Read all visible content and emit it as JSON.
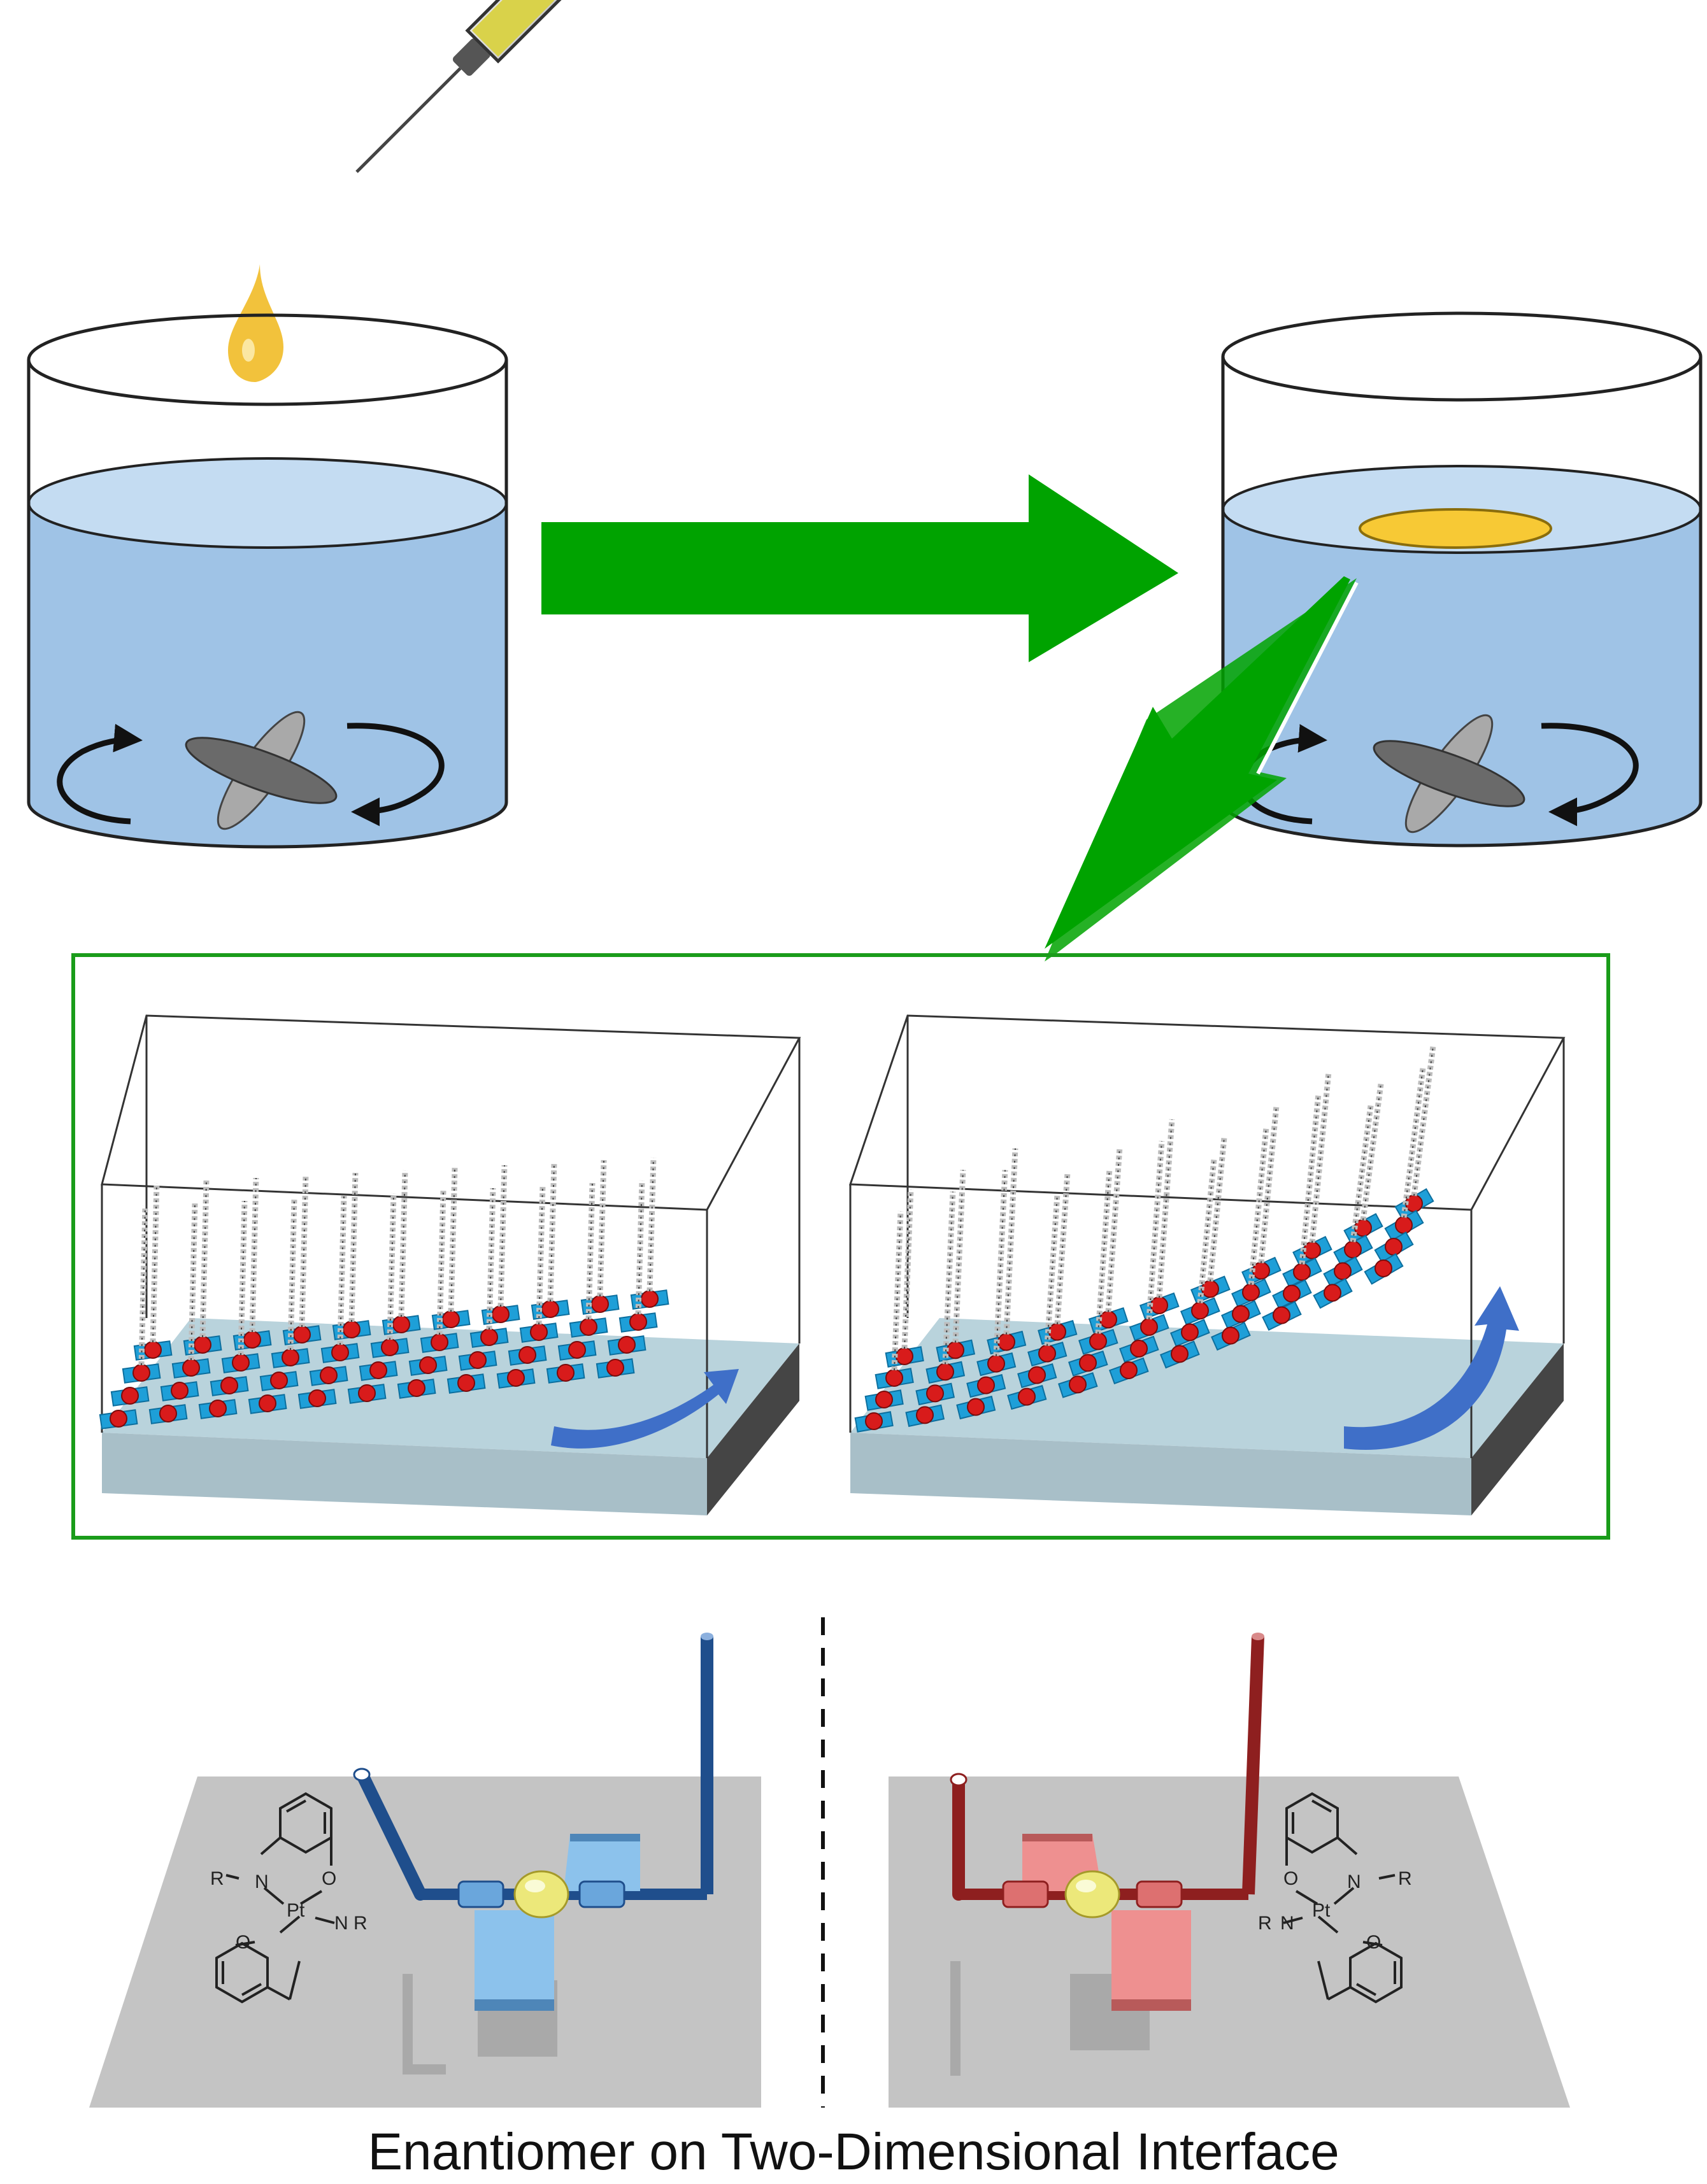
{
  "caption": "Enantiomer on Two-Dimensional Interface",
  "colors": {
    "water": "#9fc3e6",
    "water_surface": "#c4dcf2",
    "droplet": "#f2c23c",
    "film": "#f7c935",
    "arrow_green": "#00a300",
    "frame_green": "#1a9c1a",
    "stir_bar_dark": "#6a6a6a",
    "stir_bar_light": "#a9a9a9",
    "molecule_blue": "#1e9fd8",
    "molecule_red": "#d81b1b",
    "substrate": "#b9d3dc",
    "rotation_arrow": "#3f6fc8",
    "plane_gray": "#c4c4c4",
    "blue_enantiomer": "#8cc2ec",
    "blue_rod": "#1f4e8c",
    "red_enantiomer": "#ee9090",
    "red_rod": "#8e1f1f",
    "pt_center": "#ece87a"
  },
  "chem_left": {
    "n_top": "N",
    "n_bottom": "N",
    "r_top": "R",
    "r_bottom": "R",
    "o_top": "O",
    "o_bottom": "O",
    "metal": "Pt"
  },
  "chem_right": {
    "n_top": "N",
    "n_bottom": "N",
    "r_top": "R",
    "r_bottom": "R",
    "o_top": "O",
    "o_bottom": "O",
    "metal": "Pt"
  }
}
